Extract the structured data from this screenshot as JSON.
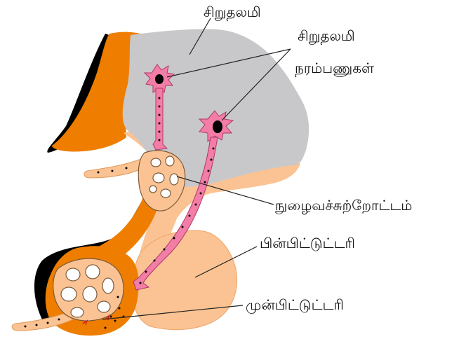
{
  "labels": {
    "hypothalamus": "சிறுதலமி",
    "neurons_line1": "சிறுதலமி",
    "neurons_line2": "நரம்பணுகள்",
    "portal_circulation": "நுழைவச்சுற்றோட்டம்",
    "posterior_pituitary": "பின்பிட்டுட்டரி",
    "anterior_pituitary": "முன்பிட்டுட்டரி"
  },
  "colors": {
    "hypothalamus": "#c8c8ca",
    "orange": "#ef7d00",
    "peach": "#fbc393",
    "neuron": "#f27da6",
    "black": "#000000"
  }
}
